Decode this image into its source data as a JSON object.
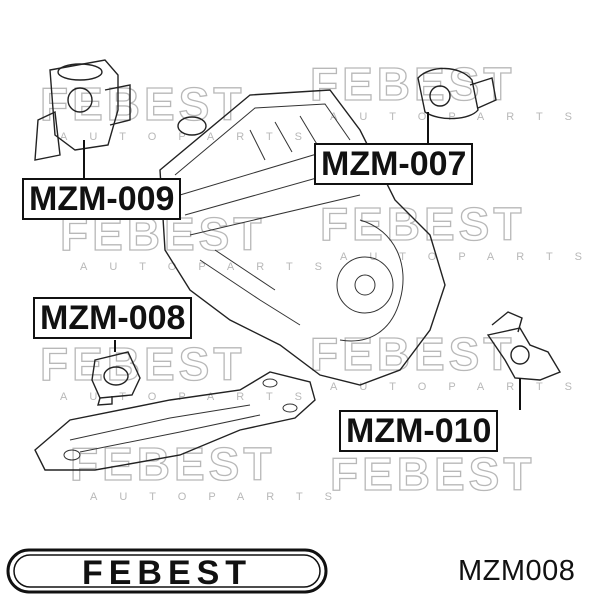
{
  "watermark": {
    "brand": "FEBEST",
    "sub": "AUTOPARTS"
  },
  "callouts": {
    "mzm_009": "MZM-009",
    "mzm_007": "MZM-007",
    "mzm_008": "MZM-008",
    "mzm_010": "MZM-010"
  },
  "footer": {
    "logo_text": "FEBEST",
    "part_code": "MZM008"
  },
  "colors": {
    "ink": "#111111",
    "watermark": "#b8b8b8",
    "background": "#ffffff"
  }
}
